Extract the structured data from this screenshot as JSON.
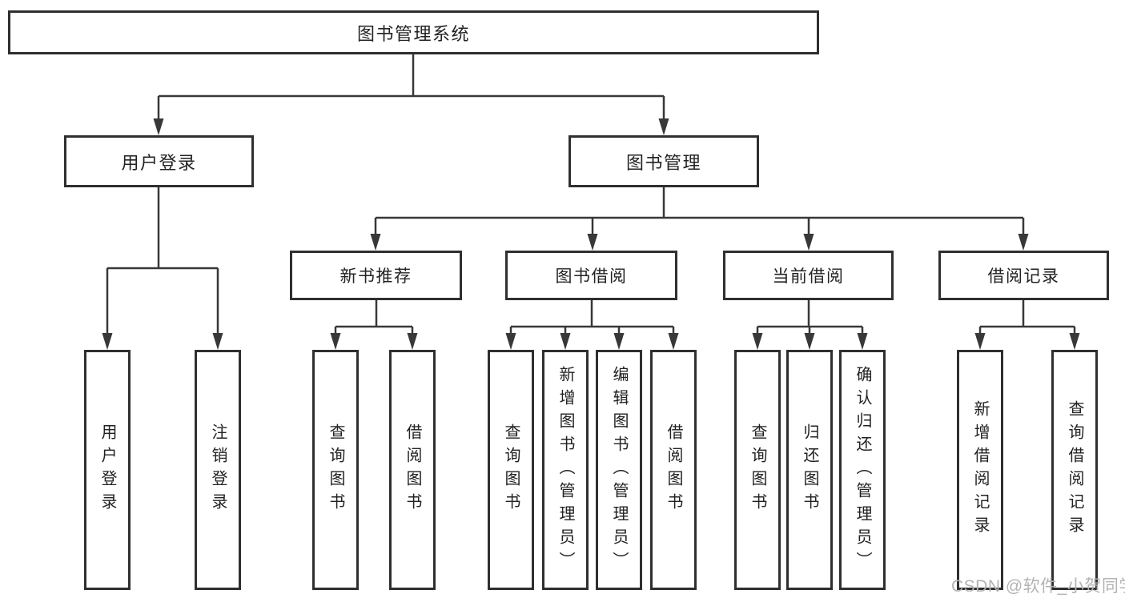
{
  "diagram_type": "functional-structure-tree",
  "hierarchy": {
    "label": "图书管理系统",
    "children": [
      {
        "label": "用户登录",
        "children": [
          {
            "label": "用户登录"
          },
          {
            "label": "注销登录"
          }
        ]
      },
      {
        "label": "图书管理",
        "children": [
          {
            "label": "新书推荐",
            "children": [
              {
                "label": "查询图书"
              },
              {
                "label": "借阅图书"
              }
            ]
          },
          {
            "label": "图书借阅",
            "children": [
              {
                "label": "查询图书"
              },
              {
                "label": "新增图书（管理员）"
              },
              {
                "label": "编辑图书（管理员）"
              },
              {
                "label": "借阅图书"
              }
            ]
          },
          {
            "label": "当前借阅",
            "children": [
              {
                "label": "查询图书"
              },
              {
                "label": "归还图书"
              },
              {
                "label": "确认归还（管理员）"
              }
            ]
          },
          {
            "label": "借阅记录",
            "children": [
              {
                "label": "新增借阅记录"
              },
              {
                "label": "查询借阅记录"
              }
            ]
          }
        ]
      }
    ]
  },
  "watermark": "CSDN @软件_小贺同学",
  "colors": {
    "box_border": "#2f2f2f",
    "line": "#383838",
    "text": "#222222",
    "watermark": "#b3b3b3",
    "background": "#ffffff"
  }
}
